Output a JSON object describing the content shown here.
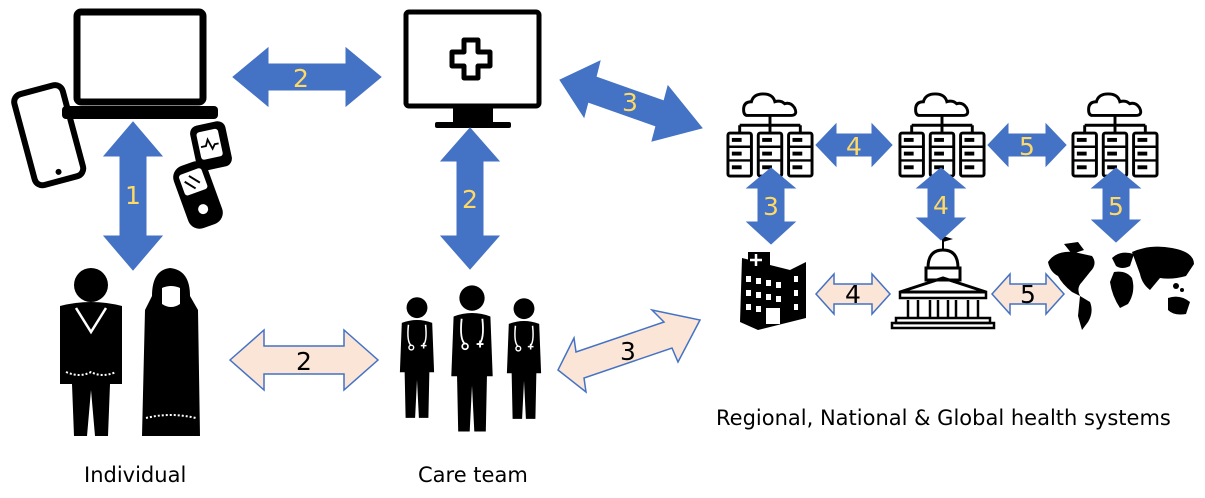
{
  "colors": {
    "digital_arrow_fill": "#4472C4",
    "digital_arrow_label": "#FFD966",
    "human_arrow_fill": "#FBE5D6",
    "human_arrow_stroke": "#4472C4",
    "human_arrow_label": "#000000",
    "icon": "#000000"
  },
  "captions": {
    "individual": "Individual",
    "care_team": "Care team",
    "health_systems": "Regional, National & Global health systems"
  },
  "arrows": {
    "laptop_to_clinic_monitor": "2",
    "devices_to_individual": "1",
    "monitor_to_care_team": "2",
    "monitor_to_cloud": "3",
    "cloud_regional_to_national": "4",
    "cloud_national_to_global": "5",
    "cloud_to_hospital": "3",
    "cloud_to_government": "4",
    "cloud_to_world": "5",
    "individual_to_care_team": "2",
    "care_team_to_systems": "3",
    "hospital_to_government": "4",
    "government_to_world": "5"
  },
  "icons": {
    "laptop": "laptop-icon",
    "phone": "smartphone-icon",
    "watch": "smartwatch-icon",
    "glucometer": "glucometer-icon",
    "clinic_monitor": "medical-monitor-icon",
    "cloud_servers": "cloud-server-icon",
    "hospital": "hospital-icon",
    "government": "government-building-icon",
    "world": "world-map-icon",
    "person_man": "man-icon",
    "person_woman": "woman-icon",
    "clinicians": "doctors-icon"
  }
}
